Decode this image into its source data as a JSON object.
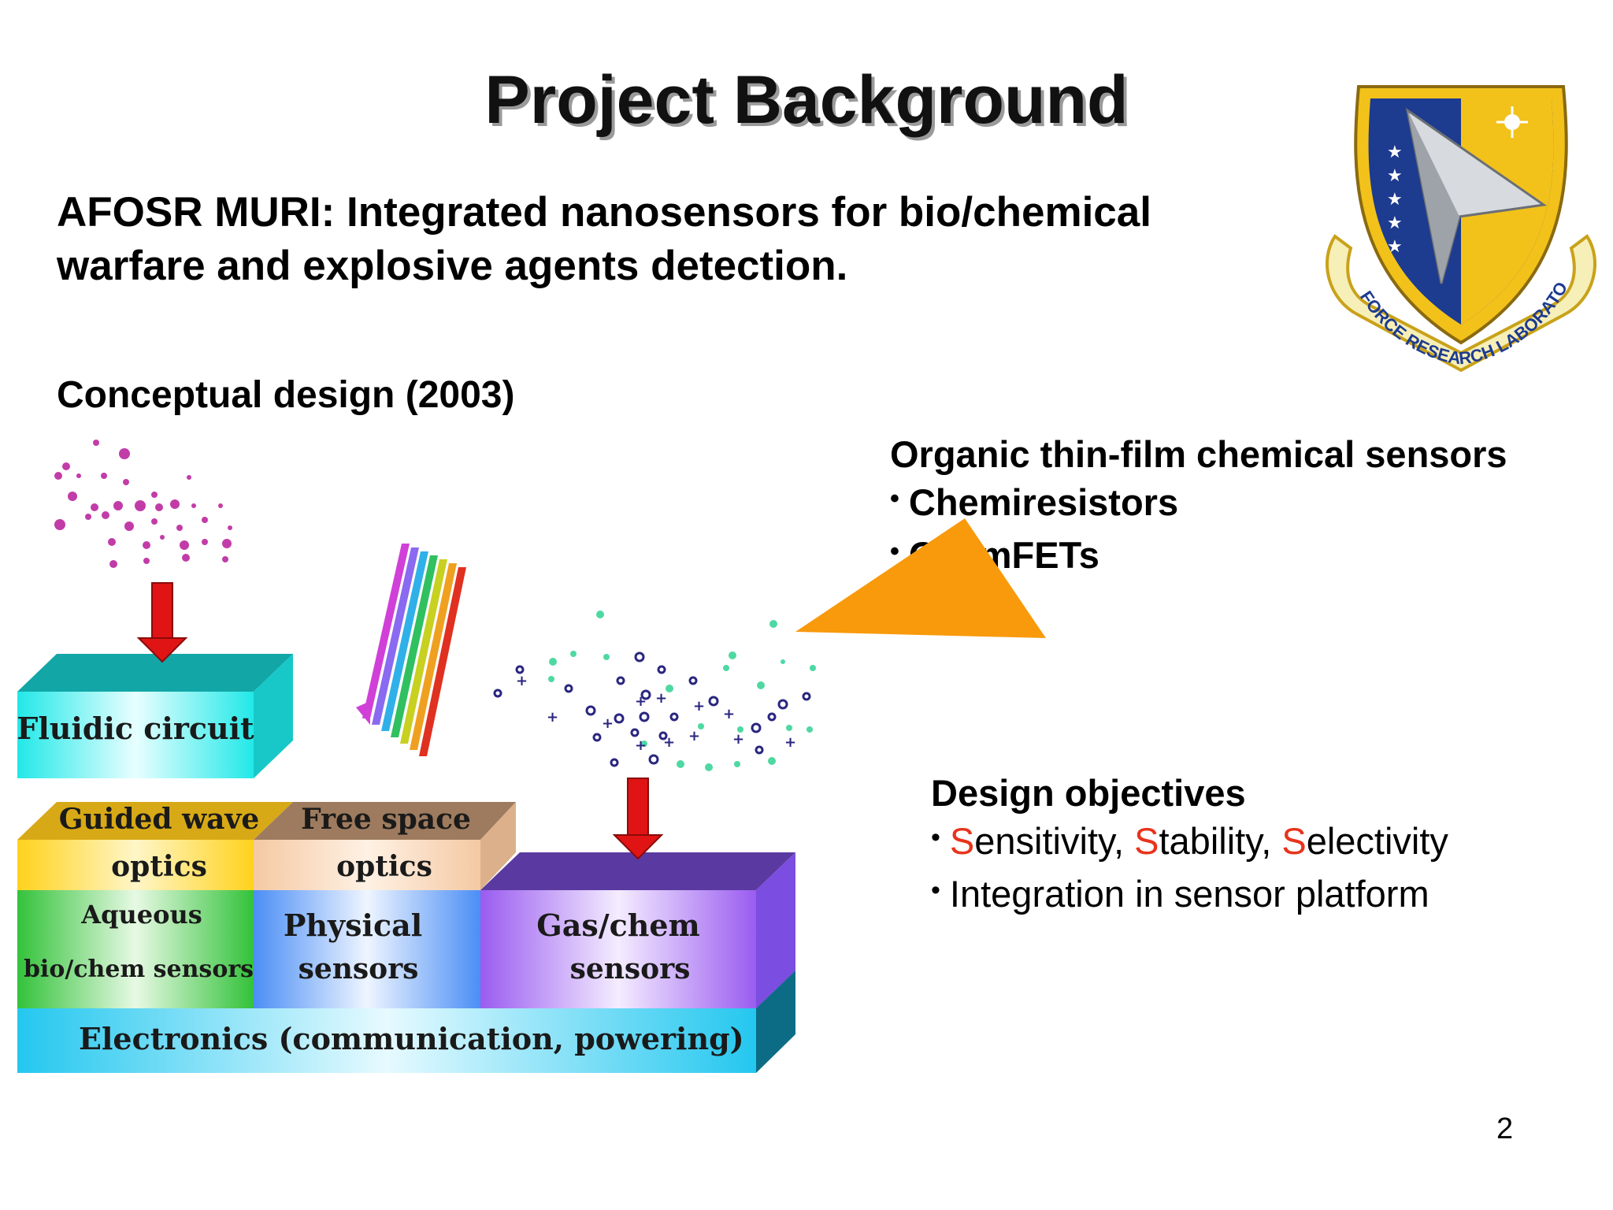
{
  "slide": {
    "title": "Project Background",
    "subtitle": "AFOSR MURI: Integrated nanosensors for bio/chemical warfare and explosive agents detection.",
    "concept_heading": "Conceptual design (2003)",
    "page_number": "2"
  },
  "logo": {
    "name": "air-force-research-laboratory-seal",
    "text": "AIR FORCE RESEARCH LABORATORY",
    "colors": {
      "shield": "#1d3b8f",
      "gold": "#f2c21b",
      "silver": "#c9ccd1"
    }
  },
  "organic": {
    "heading": "Organic thin-film chemical sensors",
    "items": [
      "Chemiresistors",
      "ChemFETs"
    ]
  },
  "objectives": {
    "heading": "Design objectives",
    "line1": {
      "s1": "S",
      "t1": "ensitivity, ",
      "s2": "S",
      "t2": "tability, ",
      "s3": "S",
      "t3": "electivity"
    },
    "line2": "Integration in sensor platform",
    "highlight_color": "#e8331c"
  },
  "diagram": {
    "fluidic": "Fluidic circuit",
    "guided": [
      "Guided wave",
      "optics"
    ],
    "freespace": [
      "Free space",
      "optics"
    ],
    "aqueous": [
      "Aqueous",
      "bio/chem sensors"
    ],
    "physical": [
      "Physical",
      "sensors"
    ],
    "gaschem": [
      "Gas/chem",
      "sensors"
    ],
    "electronics": "Electronics (communication, powering)",
    "colors": {
      "fluidic": "#12a6a6",
      "guided_top": "#e0b21a",
      "free_top": "#b0866a",
      "aqueous": "#3fbf4a",
      "physical": "#4d8ff2",
      "gaschem": "#8a52e0",
      "electronics": "#19b9e3",
      "arrow": "#e01414",
      "callout": "#f89a0c"
    }
  }
}
